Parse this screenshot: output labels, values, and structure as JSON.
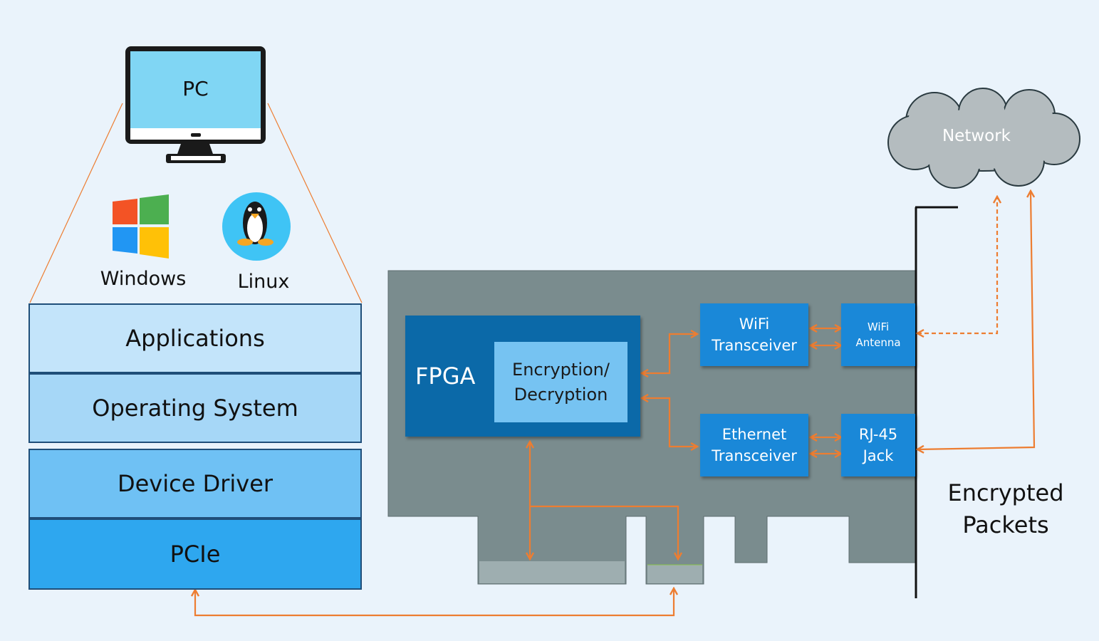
{
  "pc": {
    "label": "PC"
  },
  "os": {
    "windows": "Windows",
    "linux": "Linux"
  },
  "stack": {
    "applications": "Applications",
    "operating_system": "Operating System",
    "device_driver": "Device Driver",
    "pcie": "PCIe"
  },
  "card": {
    "fpga": "FPGA",
    "crypto_line1": "Encryption/",
    "crypto_line2": "Decryption",
    "wifi_transceiver_line1": "WiFi",
    "wifi_transceiver_line2": "Transceiver",
    "wifi_antenna_line1": "WiFi",
    "wifi_antenna_line2": "Antenna",
    "eth_transceiver_line1": "Ethernet",
    "eth_transceiver_line2": "Transceiver",
    "rj45_line1": "RJ-45",
    "rj45_line2": "Jack"
  },
  "network": {
    "label": "Network"
  },
  "packets": {
    "line1": "Encrypted",
    "line2": "Packets"
  },
  "colors": {
    "arrow": "#ed7d31",
    "card": "#7a8c8e",
    "fpga": "#0b69a8",
    "crypto": "#76c3f2",
    "module": "#1a88d8",
    "cloud": "#b4bcbf",
    "applications": "#c3e4fa",
    "operating_system": "#a6d7f7",
    "device_driver": "#6fc1f4",
    "pcie": "#2ea7ef"
  }
}
